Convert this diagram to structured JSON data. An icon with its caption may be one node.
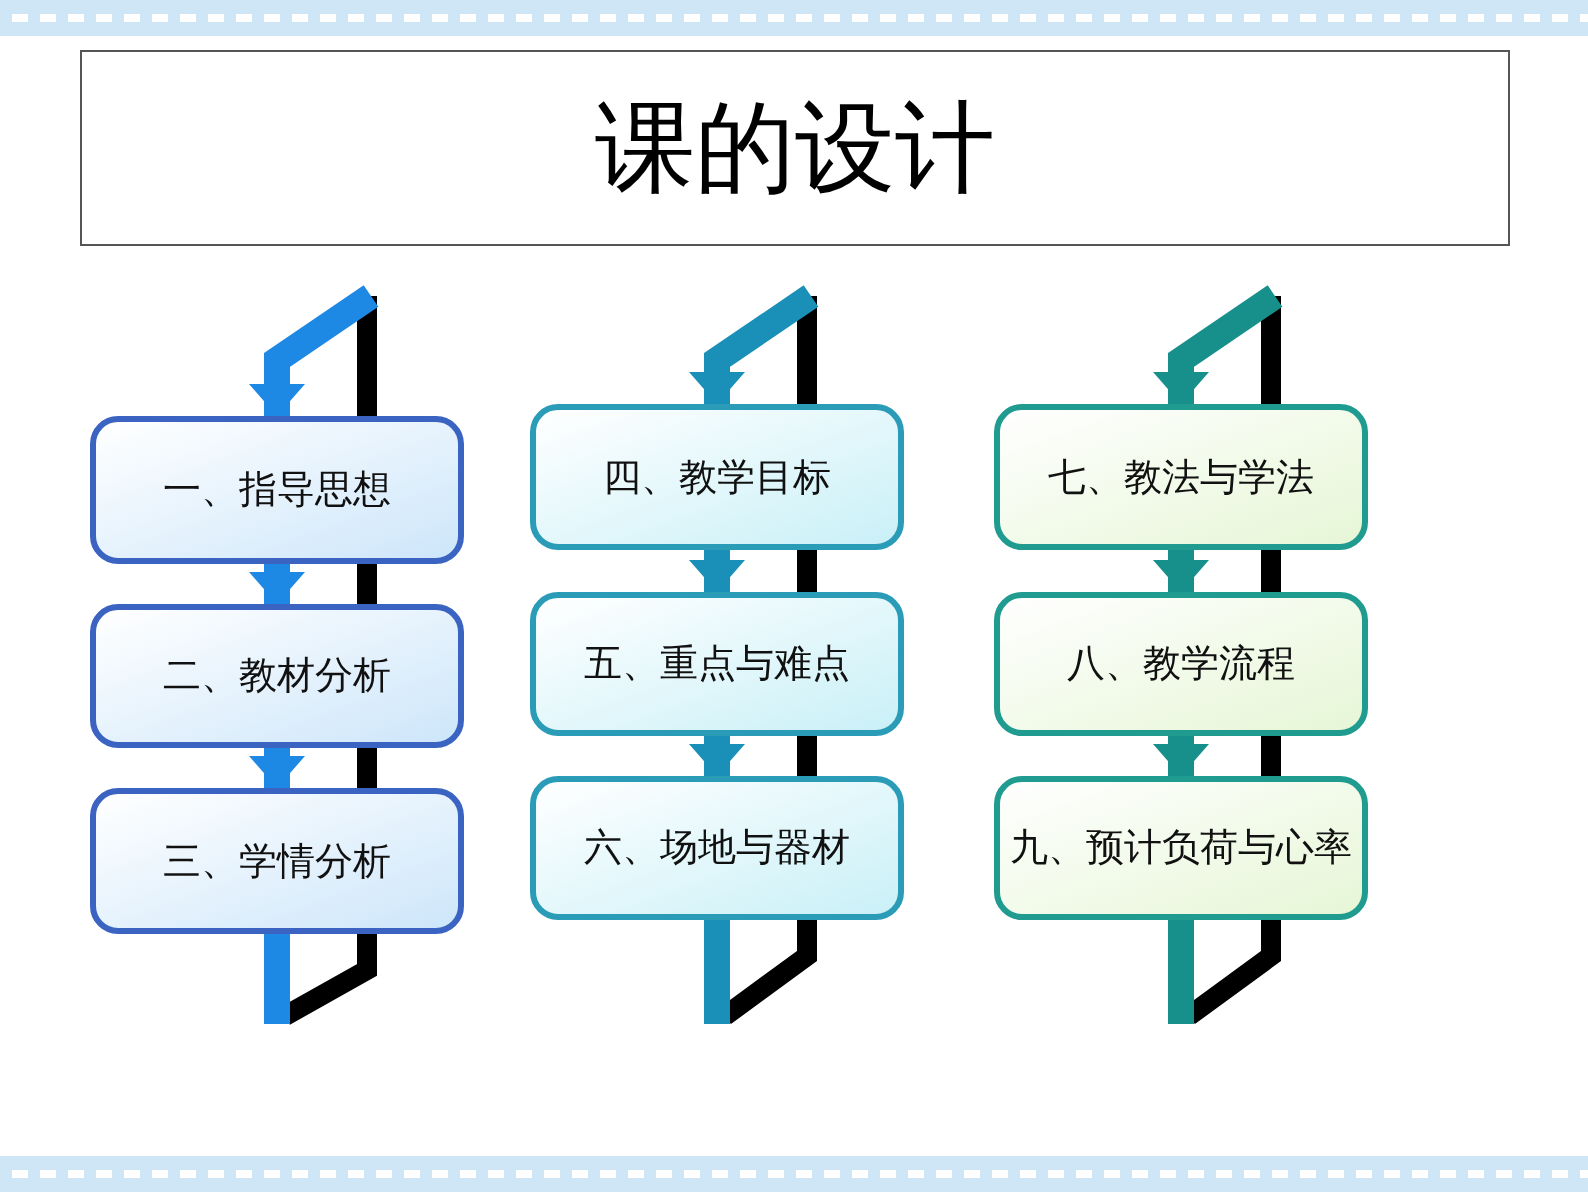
{
  "diagram": {
    "title": "课的设计",
    "nodes": [
      {
        "text": [
          "一、指导思想"
        ]
      },
      {
        "text": [
          "二、教材分析"
        ]
      },
      {
        "text": [
          "三、学情分析"
        ]
      },
      {
        "text": [
          "四、教学目标"
        ]
      },
      {
        "text": [
          "五、重点与难点"
        ]
      },
      {
        "text": [
          "六、场地与器材"
        ]
      },
      {
        "text": [
          "七、教法与学法"
        ]
      },
      {
        "text": [
          "八、教学流程"
        ]
      },
      {
        "text": [
          "九、预计负荷与心率"
        ]
      }
    ],
    "edges": [
      {
        "from": null,
        "to": 0,
        "arrow": "to",
        "color": "#1e88e5"
      },
      {
        "from": 0,
        "to": 1,
        "arrow": "to",
        "color": "#1e88e5"
      },
      {
        "from": 1,
        "to": 2,
        "arrow": "to",
        "color": "#1e88e5"
      },
      {
        "from": 2,
        "to": null,
        "arrow": "none",
        "color": "#1e88e5"
      },
      {
        "from": null,
        "to": 3,
        "arrow": "to",
        "color": "#1a8fb8"
      },
      {
        "from": 3,
        "to": 4,
        "arrow": "to",
        "color": "#1a8fb8"
      },
      {
        "from": 4,
        "to": 5,
        "arrow": "to",
        "color": "#1a8fb8"
      },
      {
        "from": 5,
        "to": null,
        "arrow": "none",
        "color": "#1a8fb8"
      },
      {
        "from": null,
        "to": 6,
        "arrow": "to",
        "color": "#17908c"
      },
      {
        "from": 6,
        "to": 7,
        "arrow": "to",
        "color": "#17908c"
      },
      {
        "from": 7,
        "to": 8,
        "arrow": "to",
        "color": "#17908c"
      },
      {
        "from": 8,
        "to": null,
        "arrow": "none",
        "color": "#17908c"
      }
    ]
  }
}
